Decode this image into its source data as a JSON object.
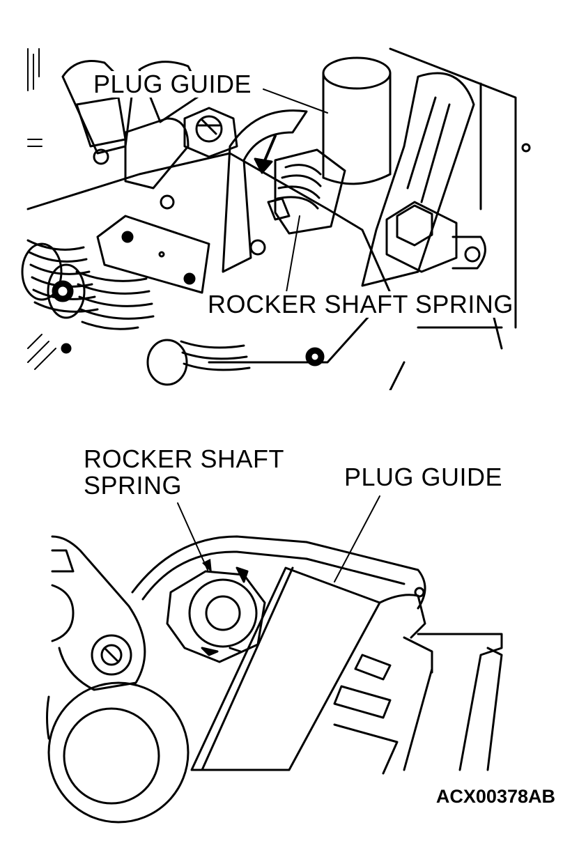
{
  "top_view": {
    "label_plug_guide": "PLUG GUIDE",
    "label_rocker_shaft_spring": "ROCKER SHAFT SPRING"
  },
  "bottom_view": {
    "label_rocker_shaft_spring_line1": "ROCKER SHAFT",
    "label_rocker_shaft_spring_line2": "SPRING",
    "label_plug_guide": "PLUG GUIDE"
  },
  "figure_code": "ACX00378AB",
  "colors": {
    "ink": "#000000",
    "paper": "#ffffff"
  }
}
